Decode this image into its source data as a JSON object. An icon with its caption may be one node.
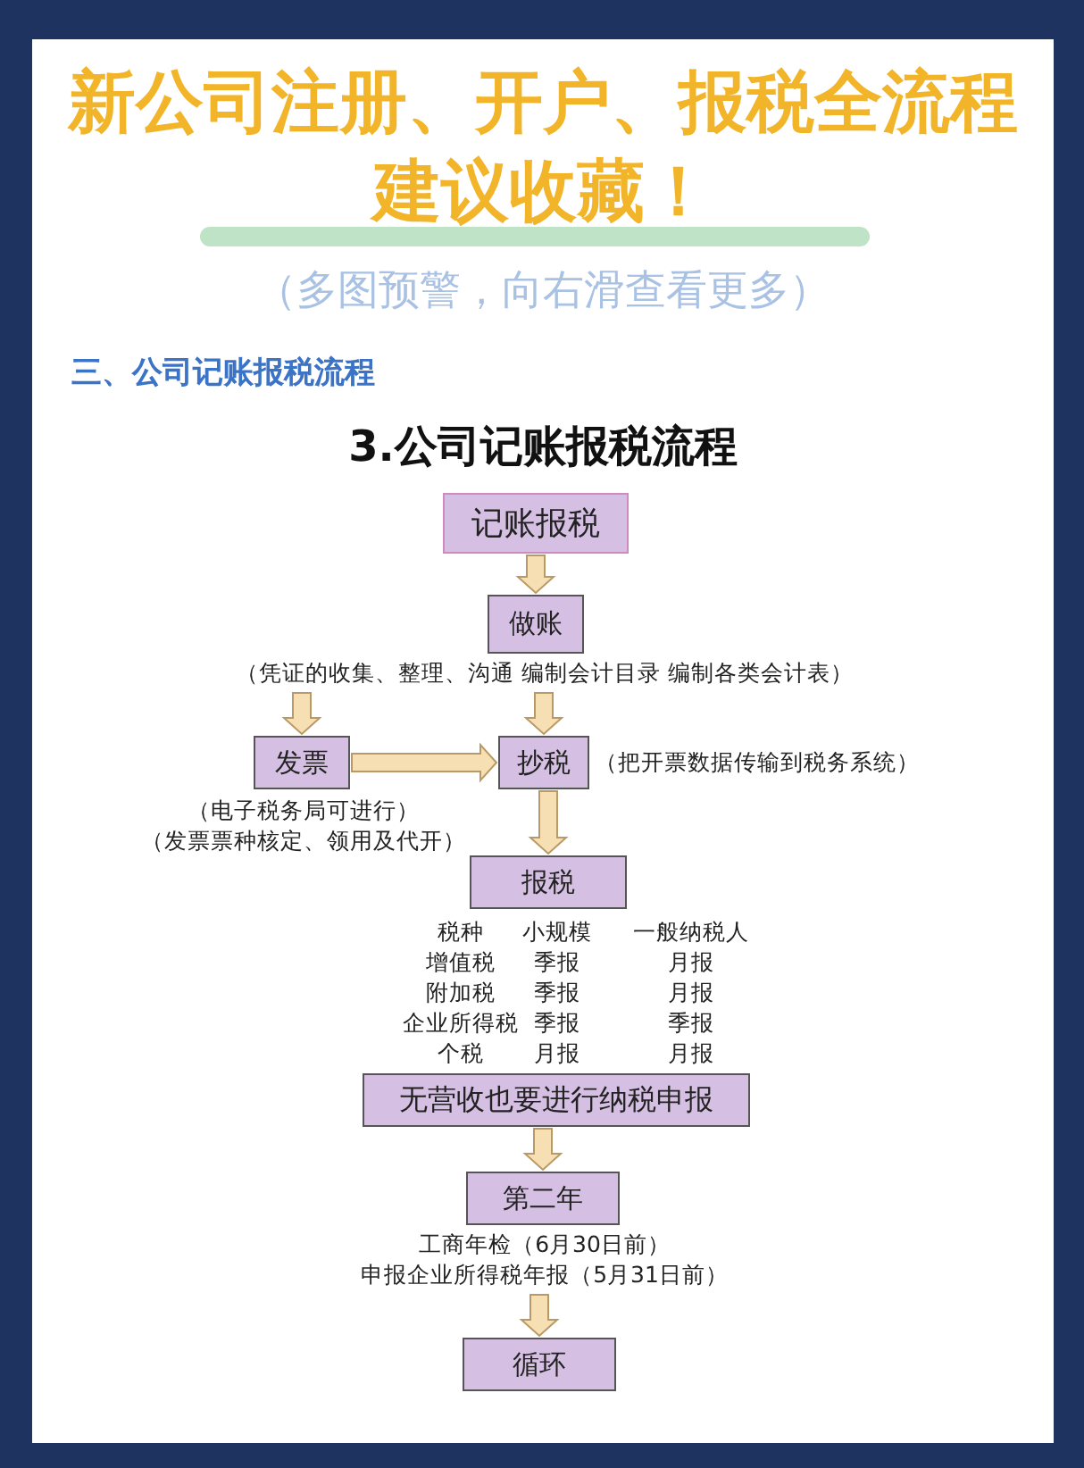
{
  "diagram": {
    "title": "新公司注册、开户、报税全流程建议收藏！",
    "nodes": [
      {
        "text": [
          "记账报税"
        ]
      },
      {
        "text": [
          "做账"
        ],
        "beside": [
          "（凭证的收集、整理、沟通 编制会计目录 编制各类会计表）"
        ]
      },
      {
        "text": [
          "发票"
        ],
        "beside": [
          "（电子税务局可进行）",
          "（发票票种核定、领用及代开）"
        ]
      },
      {
        "text": [
          "抄税"
        ],
        "beside": [
          "（把开票数据传输到税务系统）"
        ]
      },
      {
        "text": [
          "报税"
        ]
      },
      {
        "text": [
          "无营收也要进行纳税申报"
        ]
      },
      {
        "text": [
          "第二年"
        ],
        "beside": [
          "工商年检（6月30日前）",
          "申报企业所得税年报（5月31日前）"
        ]
      },
      {
        "text": [
          "循环"
        ]
      }
    ],
    "edges": [
      {
        "from": 0,
        "to": 1,
        "arrow": "to"
      },
      {
        "from": 1,
        "to": 2,
        "arrow": "to"
      },
      {
        "from": 1,
        "to": 3,
        "arrow": "to"
      },
      {
        "from": 2,
        "to": 3,
        "arrow": "to"
      },
      {
        "from": 3,
        "to": 4,
        "arrow": "to"
      },
      {
        "from": 5,
        "to": 6,
        "arrow": "to"
      },
      {
        "from": 6,
        "to": 7,
        "arrow": "to"
      }
    ],
    "labels": [
      "（多图预警，向右滑查看更多）",
      "三、公司记账报税流程",
      "3.公司记账报税流程",
      "税种",
      "小规模",
      "一般纳税人",
      "增值税",
      "季报",
      "月报",
      "附加税",
      "季报",
      "月报",
      "企业所得税",
      "季报",
      "季报",
      "个税",
      "月报",
      "月报"
    ]
  }
}
